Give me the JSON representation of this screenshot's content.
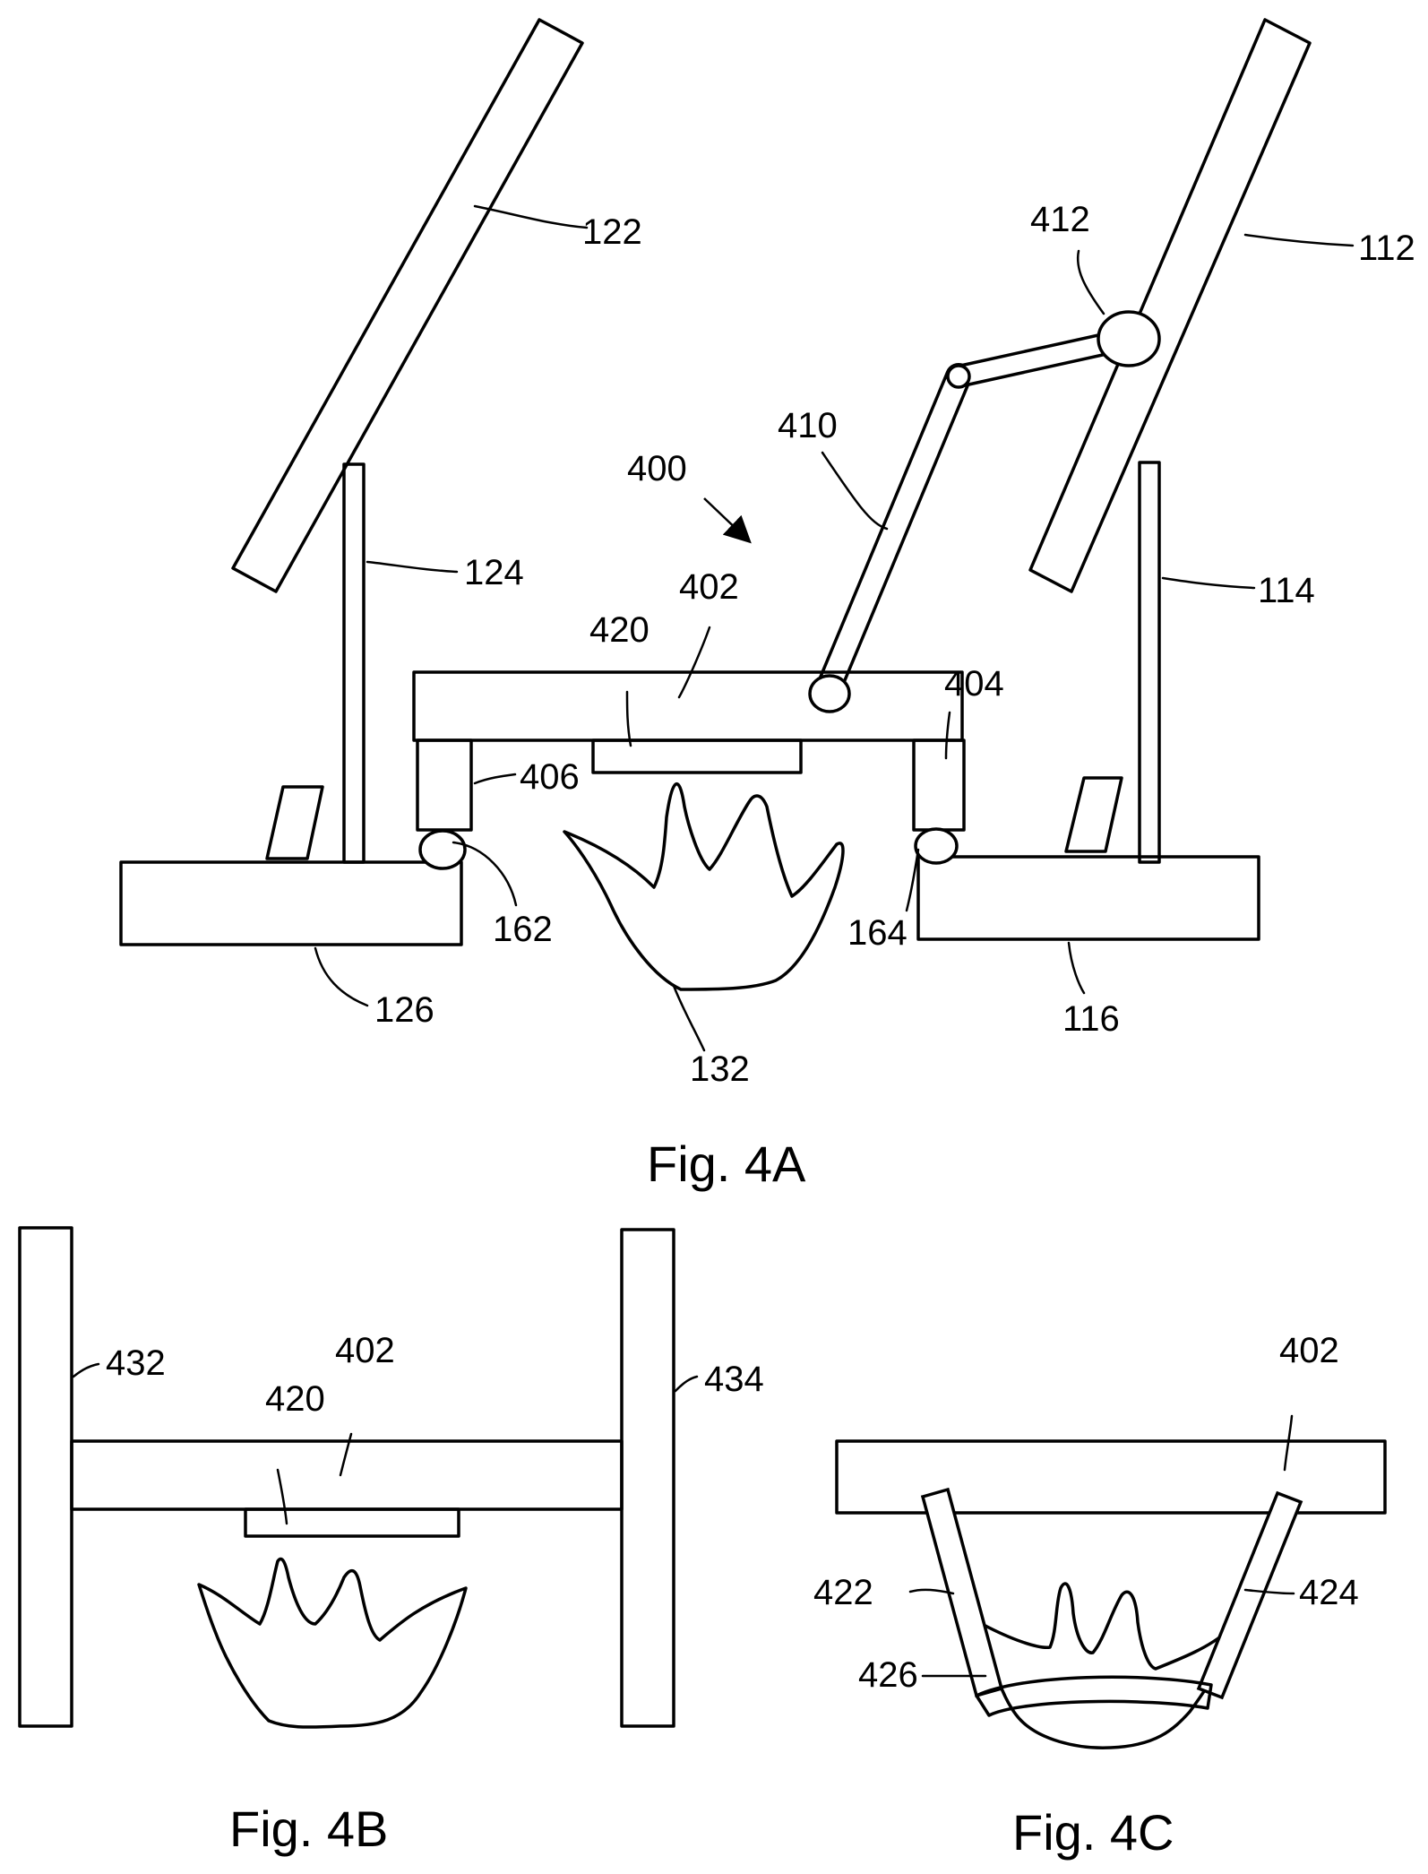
{
  "figures": {
    "fig4a": {
      "caption": "Fig. 4A",
      "labels": {
        "l122": "122",
        "l112": "112",
        "l412": "412",
        "l410": "410",
        "l400": "400",
        "l402": "402",
        "l420": "420",
        "l124": "124",
        "l114": "114",
        "l404": "404",
        "l406": "406",
        "l162": "162",
        "l164": "164",
        "l126": "126",
        "l116": "116",
        "l132": "132"
      }
    },
    "fig4b": {
      "caption": "Fig. 4B",
      "labels": {
        "l432": "432",
        "l402": "402",
        "l420": "420",
        "l434": "434"
      }
    },
    "fig4c": {
      "caption": "Fig. 4C",
      "labels": {
        "l402": "402",
        "l422": "422",
        "l424": "424",
        "l426": "426"
      }
    }
  }
}
